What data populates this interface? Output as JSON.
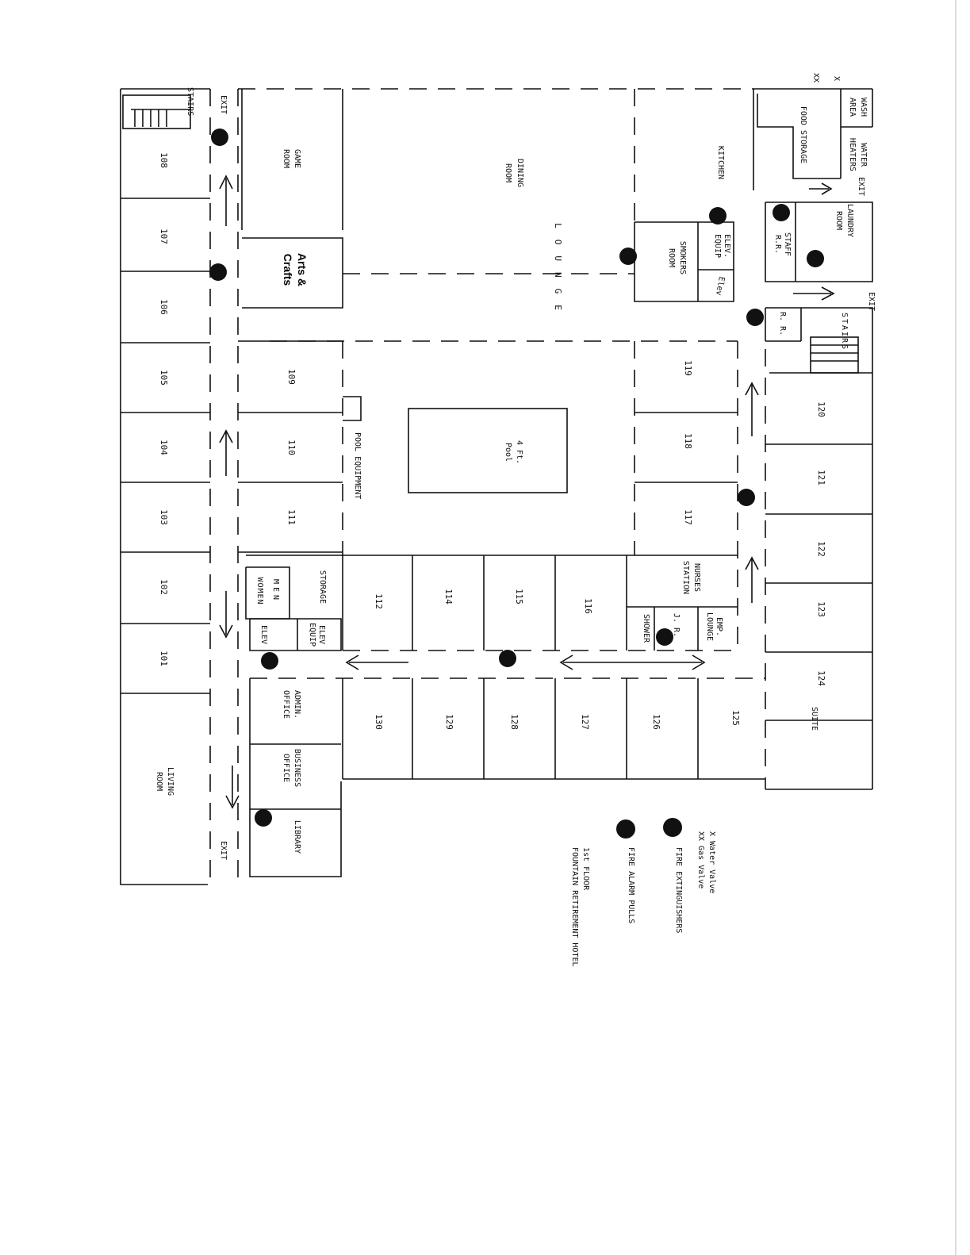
{
  "rooms": {
    "r101": "101",
    "r102": "102",
    "r103": "103",
    "r104": "104",
    "r105": "105",
    "r106": "106",
    "r107": "107",
    "r108": "108",
    "r109": "109",
    "r110": "110",
    "r111": "111",
    "r112": "112",
    "r114": "114",
    "r115": "115",
    "r116": "116",
    "r117": "117",
    "r118": "118",
    "r119": "119",
    "r120": "120",
    "r121": "121",
    "r122": "122",
    "r123": "123",
    "r124": "124",
    "r125": "125",
    "r126": "126",
    "r127": "127",
    "r128": "128",
    "r129": "129",
    "r130": "130"
  },
  "labels": {
    "stairs_left": "STAIRS",
    "exit_top": "EXIT",
    "exit_bottom": "EXIT",
    "exit_right": "EXIT",
    "game_room": [
      "GAME",
      "ROOM"
    ],
    "dining_room": [
      "DINING",
      "ROOM"
    ],
    "kitchen": "KITCHEN",
    "food_storage": "FOOD STORAGE",
    "wash_area": [
      "WASH",
      "AREA"
    ],
    "water_heaters": [
      "WATER",
      "HEATERS"
    ],
    "exit_vertical": "EXIT",
    "laundry_room": [
      "LAUNDRY",
      "ROOM"
    ],
    "staff_rr": [
      "STAFF",
      "R.R."
    ],
    "elev_equip_top": [
      "ELEV.",
      "EQUIP"
    ],
    "elev_top": "Elev",
    "smokers_room": [
      "SMOKERS",
      "ROOM"
    ],
    "arts_crafts": [
      "Arts &",
      "Crafts"
    ],
    "lounge": "LOUNGE",
    "rr": "R. R.",
    "stairs_right": "STAIRS",
    "pool": [
      "4 Ft.",
      "Pool"
    ],
    "pool_equipment": "POOL EQUIPMENT",
    "storage": "STORAGE",
    "men": "MEN",
    "women": "WOMEN",
    "elev_equip_bottom": [
      "ELEV",
      "EQUIP"
    ],
    "elev_bottom": "ELEV",
    "nurses_station": [
      "NURSES",
      "STATION"
    ],
    "emp_lounge": [
      "EMP.",
      "LOUNGE"
    ],
    "jr": "J. R.",
    "shower": "SHOWER",
    "admin_office": [
      "ADMIN.",
      "OFFICE"
    ],
    "business_office": [
      "BUSINESS",
      "OFFICE"
    ],
    "library": "LIBRARY",
    "living_room": [
      "LIVING",
      "ROOM"
    ],
    "suite": "SUITE"
  },
  "legend": {
    "water_valve": "X  Water Valve",
    "gas_valve": "XX Gas Valve",
    "top_marks": [
      "X",
      "XX"
    ],
    "fire_extinguishers": "FIRE EXTINGUISHERS",
    "fire_alarm_pulls": "FIRE ALARM PULLS",
    "floor": "1st FLOOR",
    "building": "FOUNTAIN RETIREMENT HOTEL"
  },
  "colors": {
    "ink": "#111111",
    "paper": "#ffffff"
  }
}
